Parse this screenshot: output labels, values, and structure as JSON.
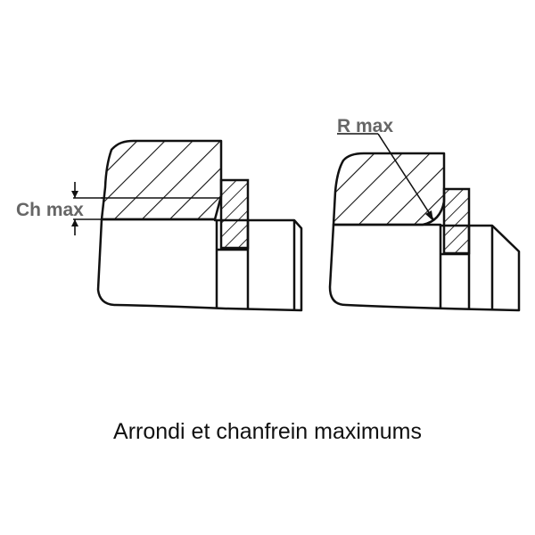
{
  "labels": {
    "chamfer": "Ch max",
    "radius": "R max"
  },
  "caption": "Arrondi et chanfrein maximums",
  "colors": {
    "line": "#111111",
    "label": "#666666",
    "background": "#ffffff"
  }
}
